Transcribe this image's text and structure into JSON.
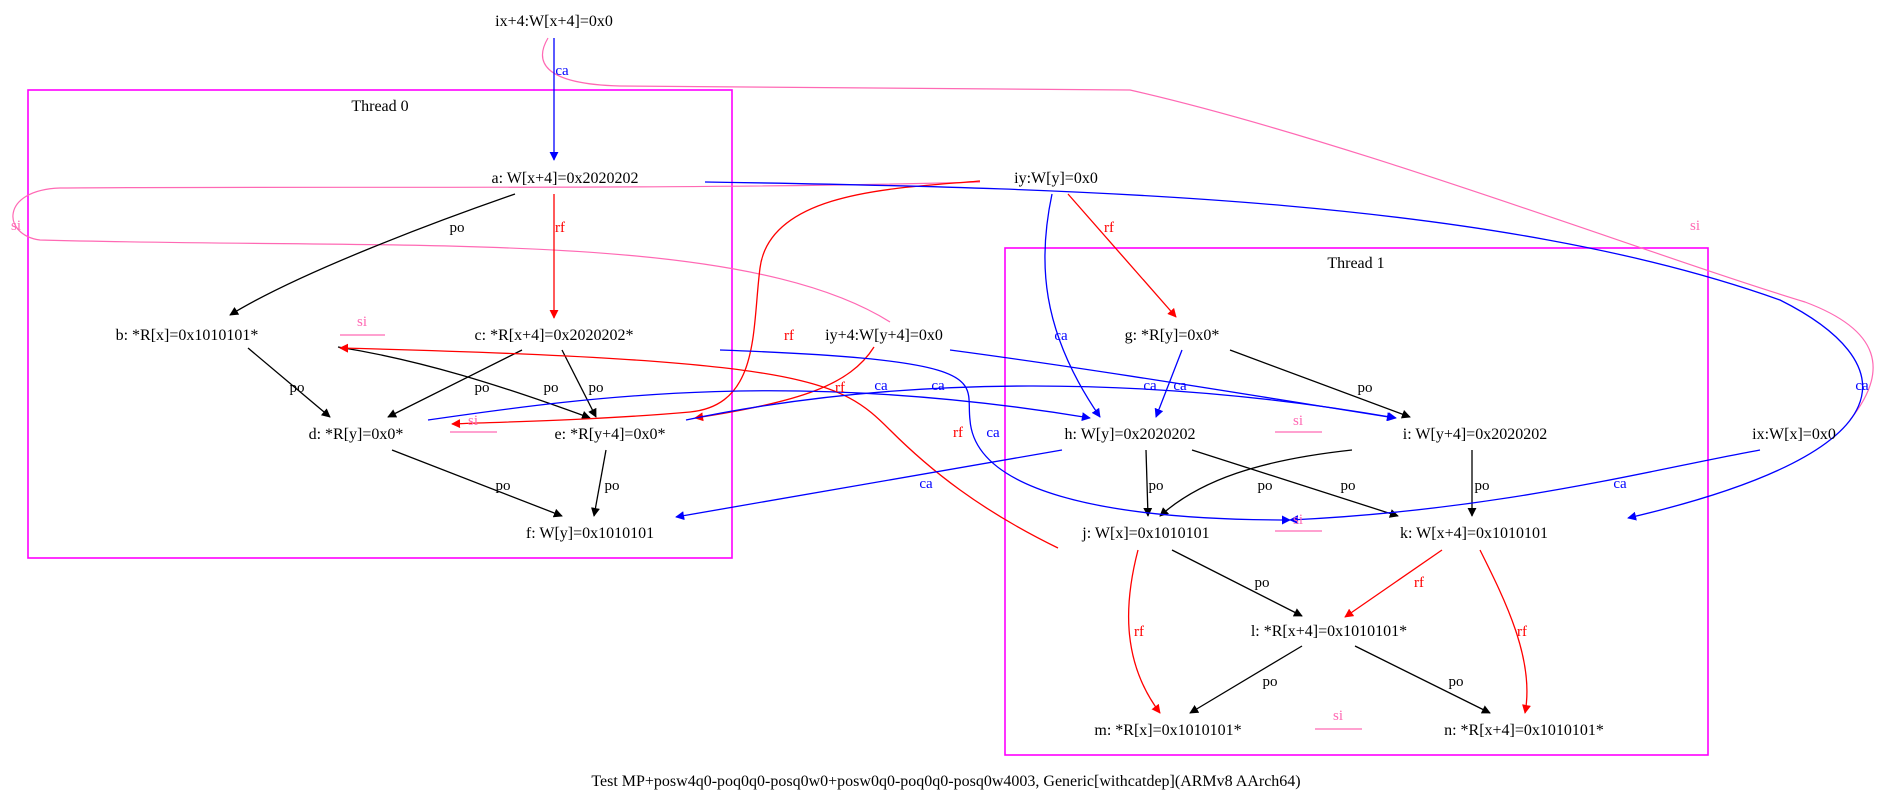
{
  "colors": {
    "po": "#000000",
    "rf": "#ff0000",
    "ca": "#0000ff",
    "si": "#ff69b4",
    "cluster": "#ff00ff"
  },
  "clusters": {
    "thread0": "Thread 0",
    "thread1": "Thread 1"
  },
  "nodes": {
    "ix4": "ix+4:W[x+4]=0x0",
    "iy": "iy:W[y]=0x0",
    "iy4": "iy+4:W[y+4]=0x0",
    "ix": "ix:W[x]=0x0",
    "a": "a: W[x+4]=0x2020202",
    "b": "b: *R[x]=0x1010101*",
    "c": "c: *R[x+4]=0x2020202*",
    "d": "d: *R[y]=0x0*",
    "e": "e: *R[y+4]=0x0*",
    "f": "f: W[y]=0x1010101",
    "g": "g: *R[y]=0x0*",
    "h": "h: W[y]=0x2020202",
    "i": "i: W[y+4]=0x2020202",
    "j": "j: W[x]=0x1010101",
    "k": "k: W[x+4]=0x1010101",
    "l": "l: *R[x+4]=0x1010101*",
    "m": "m: *R[x]=0x1010101*",
    "n": "n: *R[x+4]=0x1010101*"
  },
  "edge_labels": {
    "po": "po",
    "rf": "rf",
    "ca": "ca",
    "si": "si"
  },
  "caption": "Test MP+posw4q0-poq0q0-posq0w0+posw0q0-poq0q0-posq0w4003, Generic[withcatdep](ARMv8 AArch64)"
}
